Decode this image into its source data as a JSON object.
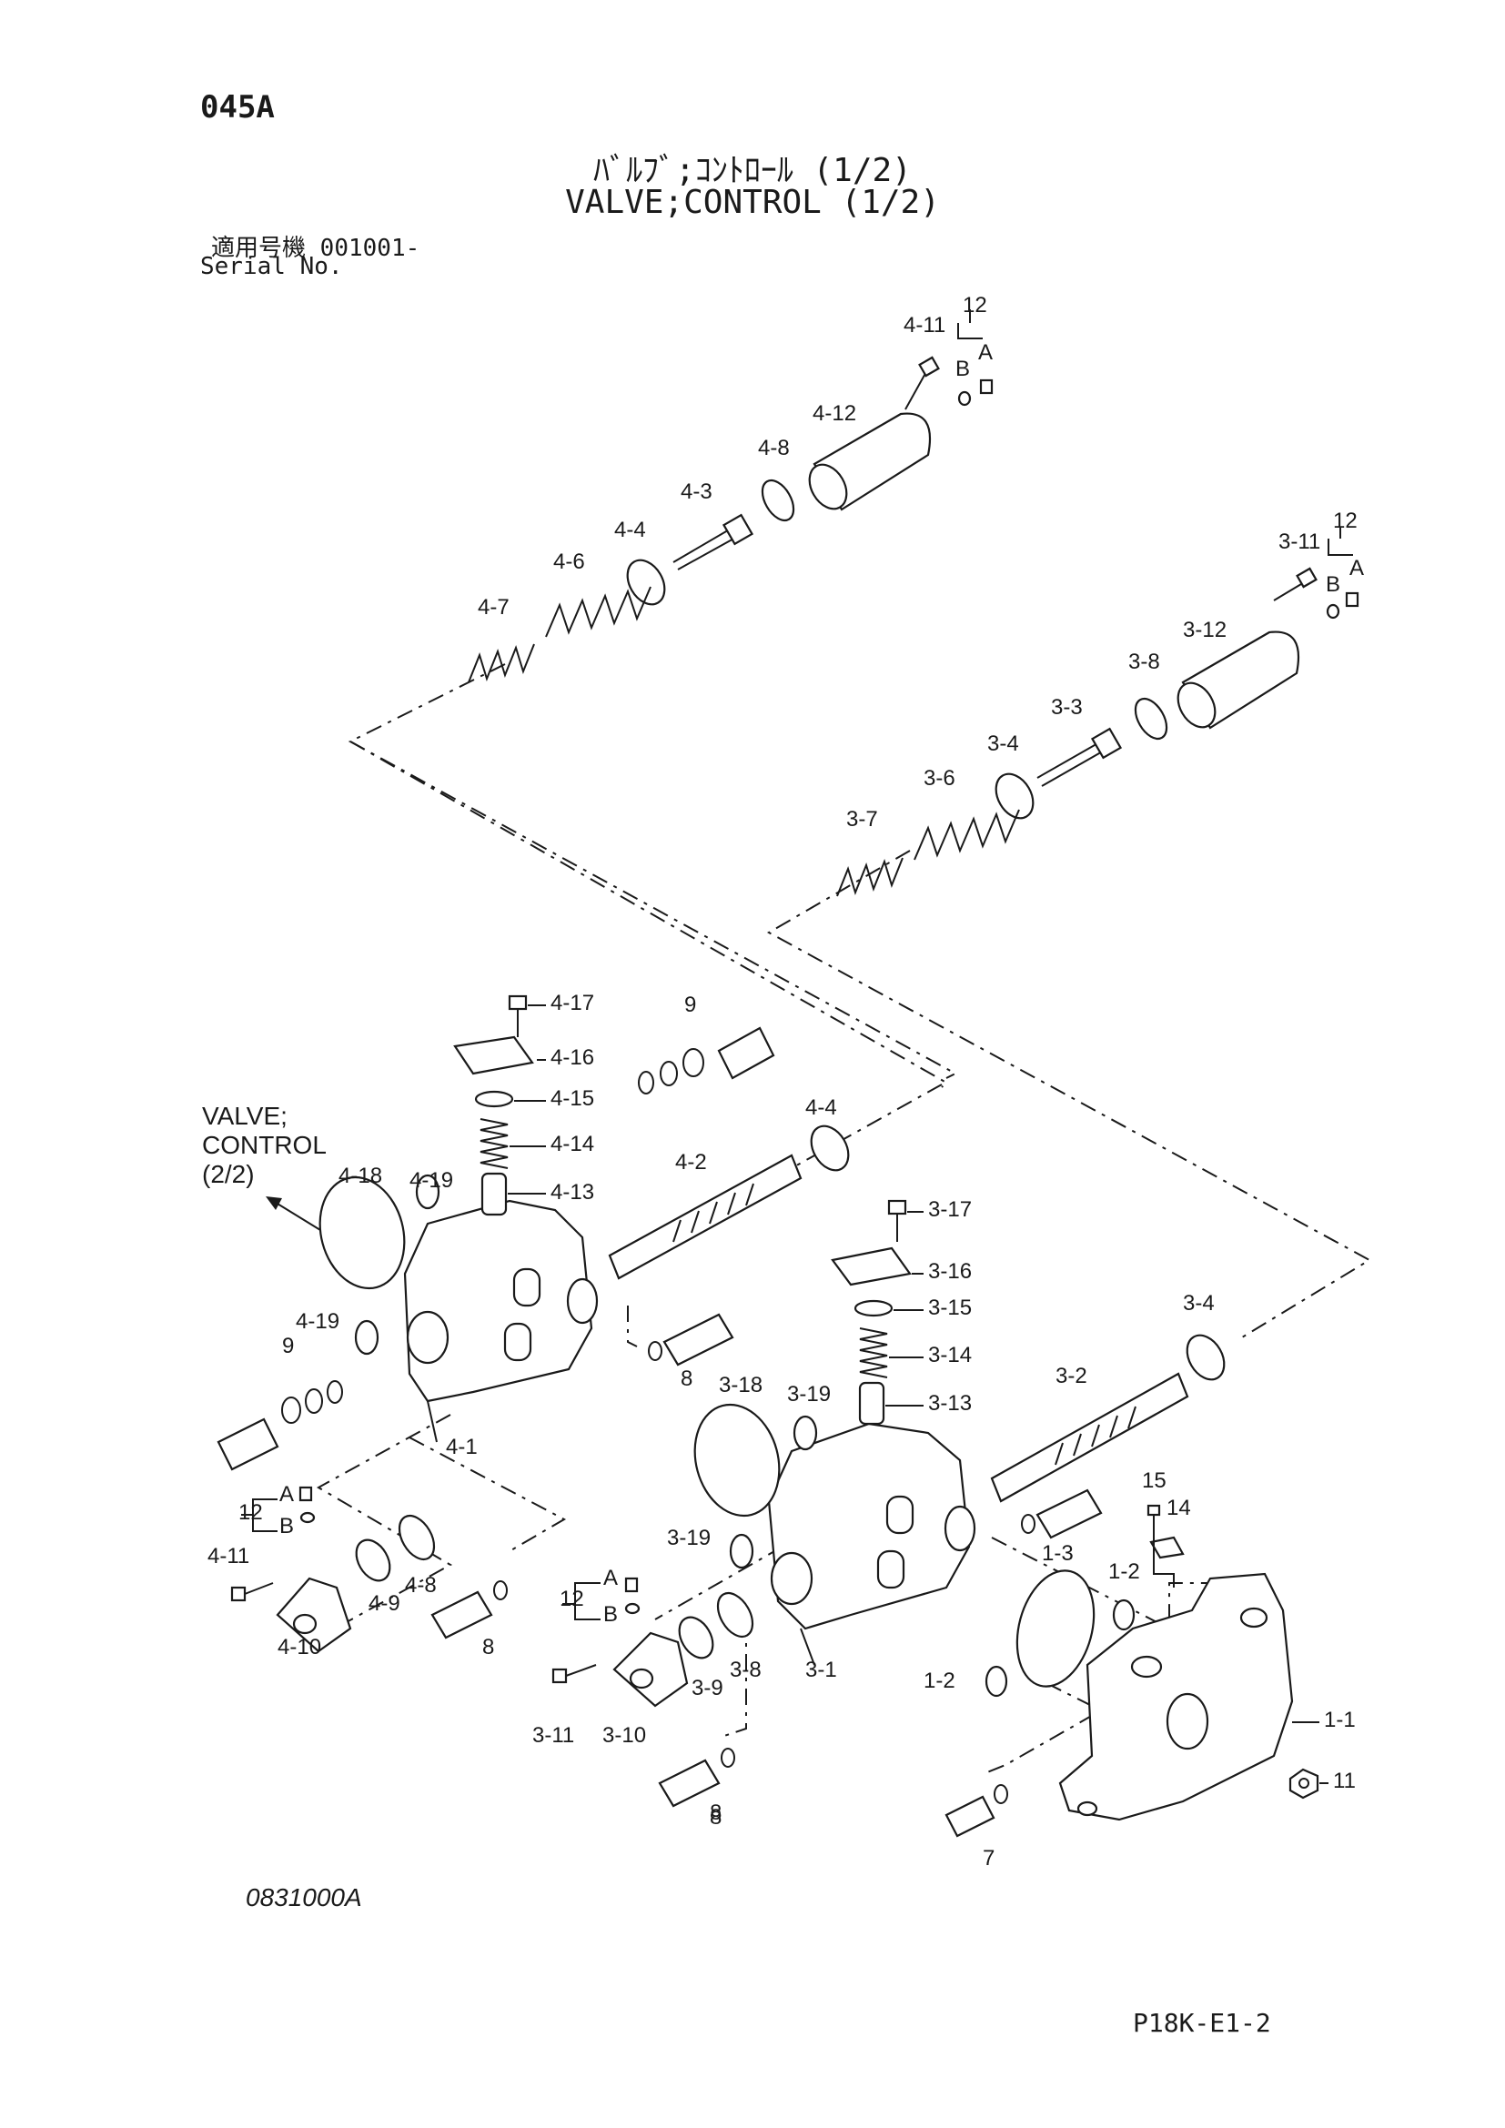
{
  "header": {
    "page_code": "045A",
    "title_jp": "ﾊﾞﾙﾌﾞ;ｺﾝﾄﾛｰﾙ (1/2)",
    "title_en": "VALVE;CONTROL (1/2)",
    "serial_label_jp": "適用号機",
    "serial_value": "001001-",
    "serial_label_en": "Serial No."
  },
  "footer": {
    "drawing_number": "0831000A",
    "page_reference": "P18K-E1-2"
  },
  "cross_reference": {
    "line1": "VALVE;",
    "line2": "CONTROL",
    "line3": "(2/2)"
  },
  "callouts": [
    "4-11",
    "12",
    "B",
    "A",
    "4-12",
    "4-8",
    "4-3",
    "4-4",
    "4-6",
    "4-7",
    "3-11",
    "12",
    "B",
    "A",
    "3-12",
    "3-8",
    "3-3",
    "3-4",
    "3-6",
    "3-7",
    "4-17",
    "9",
    "4-16",
    "4-15",
    "4-14",
    "4-4",
    "4-13",
    "4-18",
    "4-19",
    "4-2",
    "3-17",
    "3-16",
    "3-15",
    "3-14",
    "3-13",
    "3-4",
    "4-19",
    "9",
    "8",
    "4-1",
    "3-18",
    "3-19",
    "3-2",
    "12",
    "A",
    "B",
    "4-11",
    "4-9",
    "4-8",
    "4-10",
    "8",
    "8",
    "15",
    "14",
    "3-19",
    "1-3",
    "1-2",
    "12",
    "A",
    "B",
    "3-11",
    "3-10",
    "3-9",
    "3-8",
    "3-1",
    "1-2",
    "1-1",
    "11",
    "8",
    "7"
  ]
}
